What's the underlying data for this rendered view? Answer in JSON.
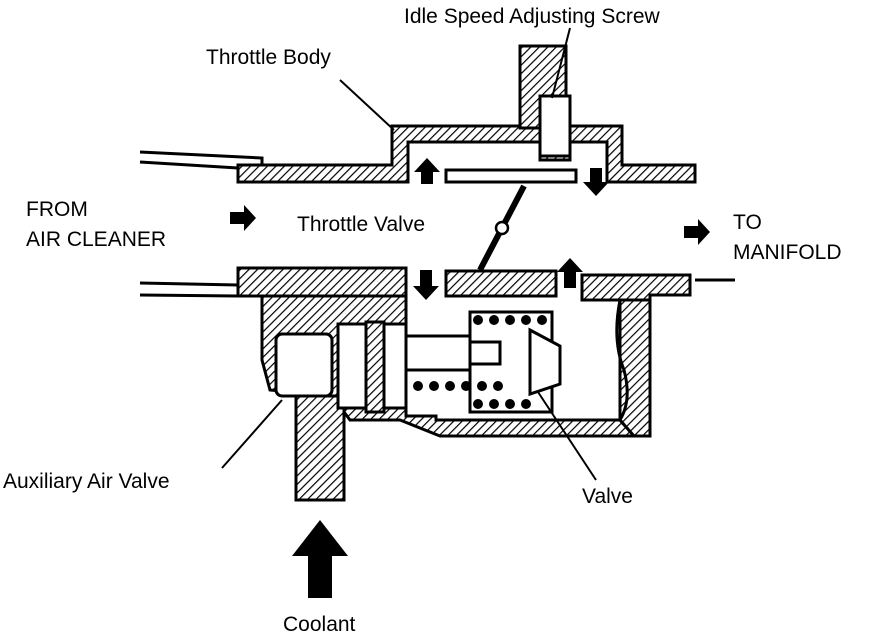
{
  "labels": {
    "idle_speed_screw": "Idle Speed Adjusting Screw",
    "throttle_body": "Throttle Body",
    "from_line1": "FROM",
    "from_line2": "AIR CLEANER",
    "throttle_valve": "Throttle Valve",
    "to_line1": "TO",
    "to_line2": "MANIFOLD",
    "auxiliary_air_valve": "Auxiliary Air Valve",
    "valve": "Valve",
    "coolant": "Coolant"
  },
  "colors": {
    "ink": "#000000",
    "paper": "#ffffff"
  }
}
